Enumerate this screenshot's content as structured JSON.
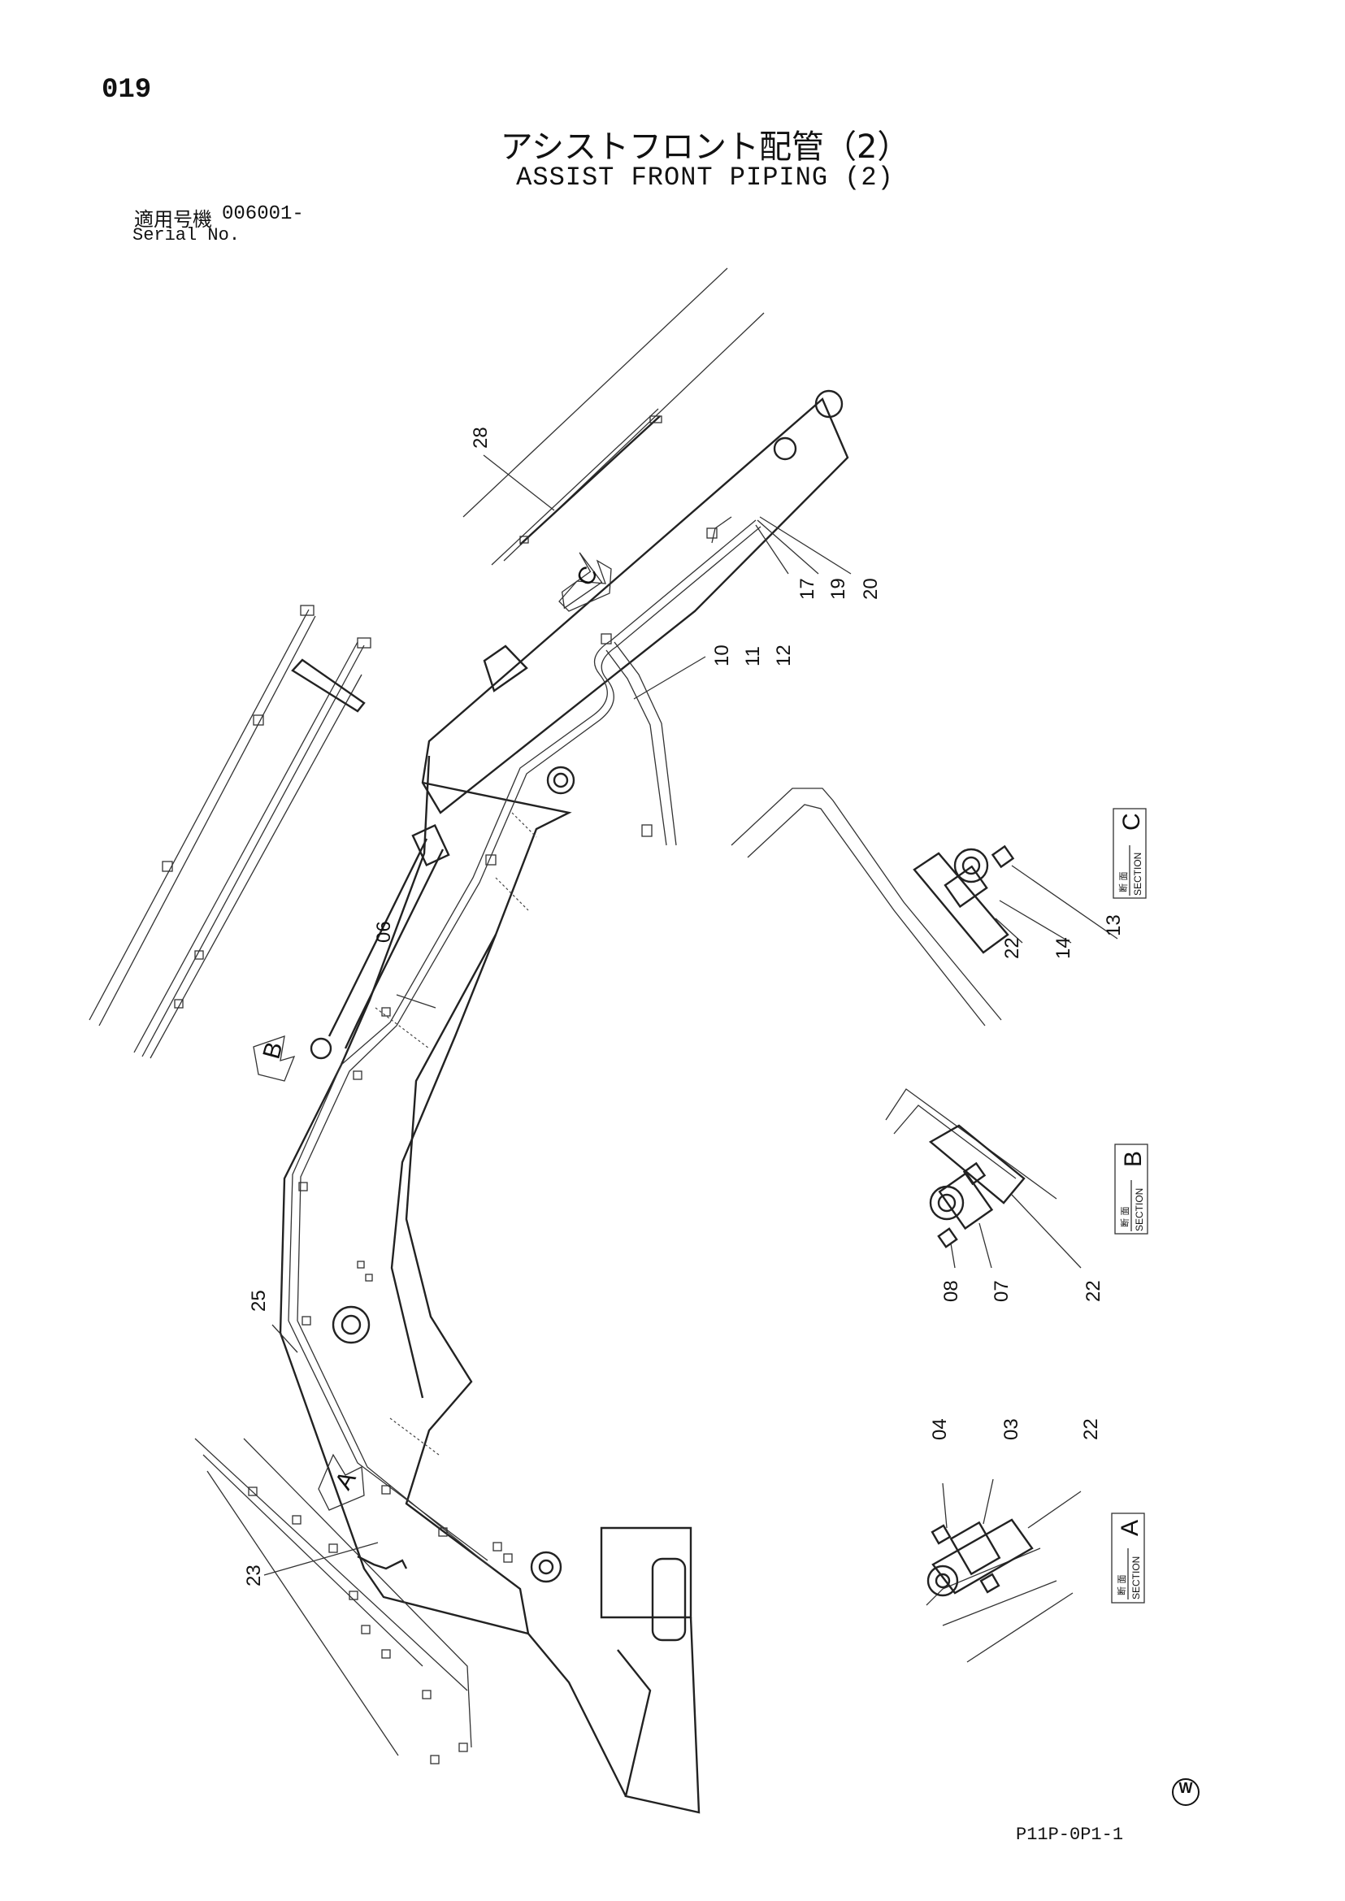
{
  "header": {
    "page_number": "019",
    "title_jp": "アシストフロント配管（2）",
    "title_en": "ASSIST FRONT PIPING (2)",
    "serial_label_jp": "適用号機",
    "serial_value": "006001-",
    "serial_label_en": "Serial No."
  },
  "footer": {
    "drawing_code": "P11P-0P1-1",
    "mark": "W"
  },
  "view_markers": [
    "A",
    "B",
    "C"
  ],
  "part_labels": [
    "28",
    "17",
    "19",
    "20",
    "10",
    "11",
    "12",
    "06",
    "25",
    "23",
    "13",
    "14",
    "22",
    "08",
    "07",
    "22",
    "04",
    "03",
    "22"
  ],
  "sections": [
    {
      "letter": "C",
      "label_jp": "断 面",
      "label_en": "SECTION"
    },
    {
      "letter": "B",
      "label_jp": "断 面",
      "label_en": "SECTION"
    },
    {
      "letter": "A",
      "label_jp": "断 面",
      "label_en": "SECTION"
    }
  ]
}
